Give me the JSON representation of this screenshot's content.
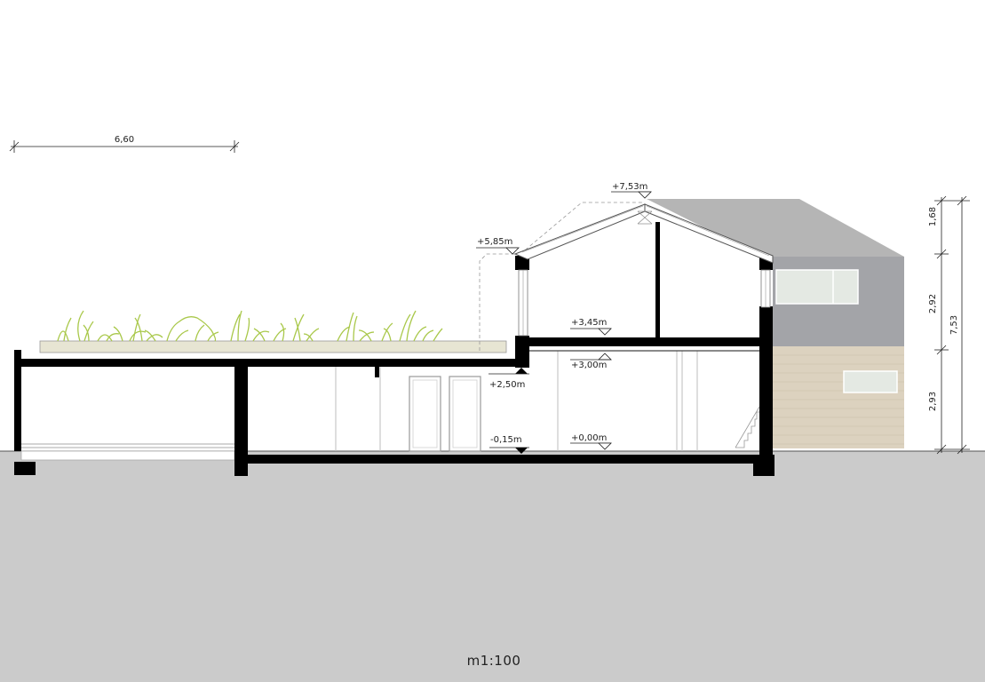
{
  "scale_label": "m1:100",
  "dimension_top": "6,60",
  "levels": {
    "ridge": "+7,53m",
    "eave": "+5,85m",
    "upper_floor": "+3,45m",
    "ceiling": "+3,00m",
    "roof_terrace": "+2,50m",
    "ground": "+0,00m",
    "basement": "-0,15m"
  },
  "heights": {
    "roof": "1,68",
    "upper": "2,92",
    "lower": "2,93",
    "total": "7,53"
  },
  "colors": {
    "ground": "#cbcbcb",
    "green_roof": "#e7e5d3",
    "plants": "#a9c84a",
    "roof_tiles": "#b5b5b5",
    "facade_upper": "#a3a4a8",
    "facade_lower": "#dcd2bf",
    "window": "#e4e9e3"
  }
}
